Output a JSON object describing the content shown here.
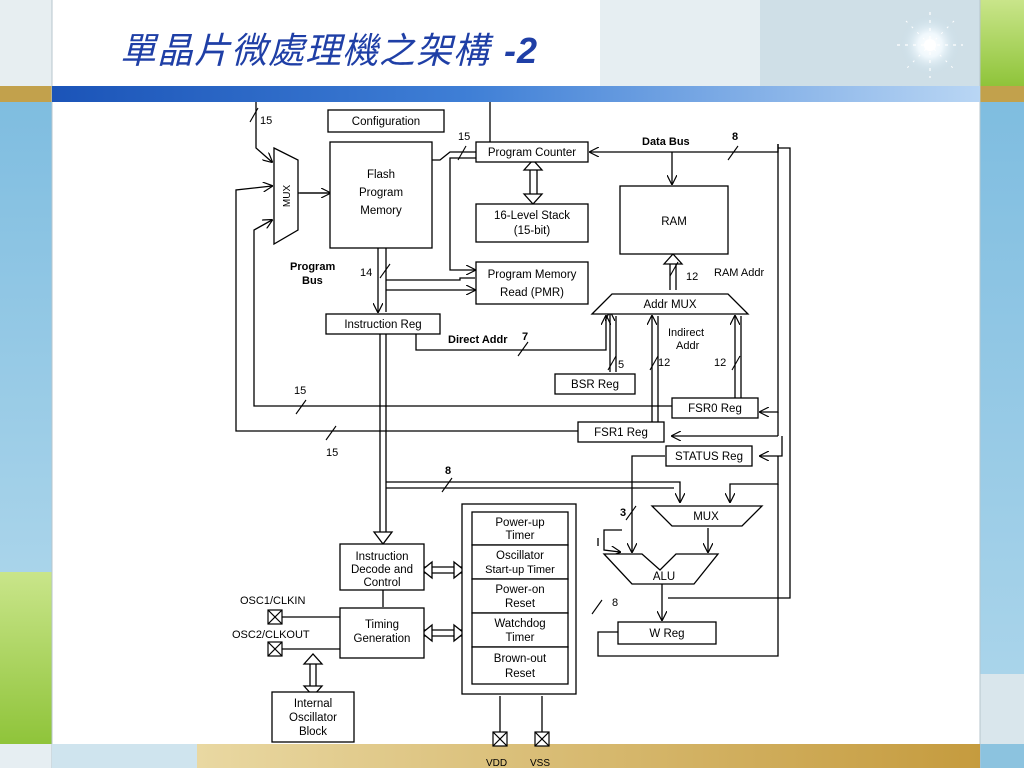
{
  "slide": {
    "title": "單晶片微處理機之架構",
    "title_suffix": "-2"
  },
  "colors": {
    "title": "#1f3fa6",
    "left_band_blue": "#8cc3df",
    "left_band_green": "#9fcf3c",
    "top_bar_blue": "#1b54b8",
    "accent_gold": "#c9a54a"
  },
  "diagram": {
    "boxes": {
      "configuration": "Configuration",
      "flash_line1": "Flash",
      "flash_line2": "Program",
      "flash_line3": "Memory",
      "program_counter": "Program Counter",
      "stack_line1": "16-Level Stack",
      "stack_line2": "(15-bit)",
      "ram": "RAM",
      "pmr_line1": "Program Memory",
      "pmr_line2": "Read (PMR)",
      "addr_mux": "Addr MUX",
      "instruction_reg": "Instruction Reg",
      "bsr_reg": "BSR Reg",
      "fsr0_reg": "FSR0 Reg",
      "fsr1_reg": "FSR1 Reg",
      "status_reg": "STATUS Reg",
      "mux_left": "MUX",
      "mux_right": "MUX",
      "alu": "ALU",
      "w_reg": "W Reg",
      "decode_line1": "Instruction",
      "decode_line2": "Decode and",
      "decode_line3": "Control",
      "timing_line1": "Timing",
      "timing_line2": "Generation",
      "osc_line1": "Internal",
      "osc_line2": "Oscillator",
      "osc_line3": "Block",
      "powerup_line1": "Power-up",
      "powerup_line2": "Timer",
      "oscstart_line1": "Oscillator",
      "oscstart_line2": "Start-up Timer",
      "poweron_line1": "Power-on",
      "poweron_line2": "Reset",
      "watchdog_line1": "Watchdog",
      "watchdog_line2": "Timer",
      "brownout_line1": "Brown-out",
      "brownout_line2": "Reset"
    },
    "labels": {
      "data_bus": "Data Bus",
      "program_bus_line1": "Program",
      "program_bus_line2": "Bus",
      "ram_addr": "RAM Addr",
      "direct_addr": "Direct Addr",
      "indirect_line1": "Indirect",
      "indirect_line2": "Addr",
      "osc1": "OSC1/CLKIN",
      "osc2": "OSC2/CLKOUT",
      "vdd": "VDD",
      "vss": "VSS"
    },
    "widths": {
      "pc_in": "15",
      "data_bus": "8",
      "mux_top": "15",
      "program_bus": "14",
      "ram_addr": "12",
      "direct_addr": "7",
      "bsr": "5",
      "fsr1_addr": "12",
      "fsr0_addr": "12",
      "left_bus_1": "15",
      "left_bus_2": "15",
      "decode_bus": "8",
      "alu_in": "3",
      "w_loop": "8"
    }
  }
}
